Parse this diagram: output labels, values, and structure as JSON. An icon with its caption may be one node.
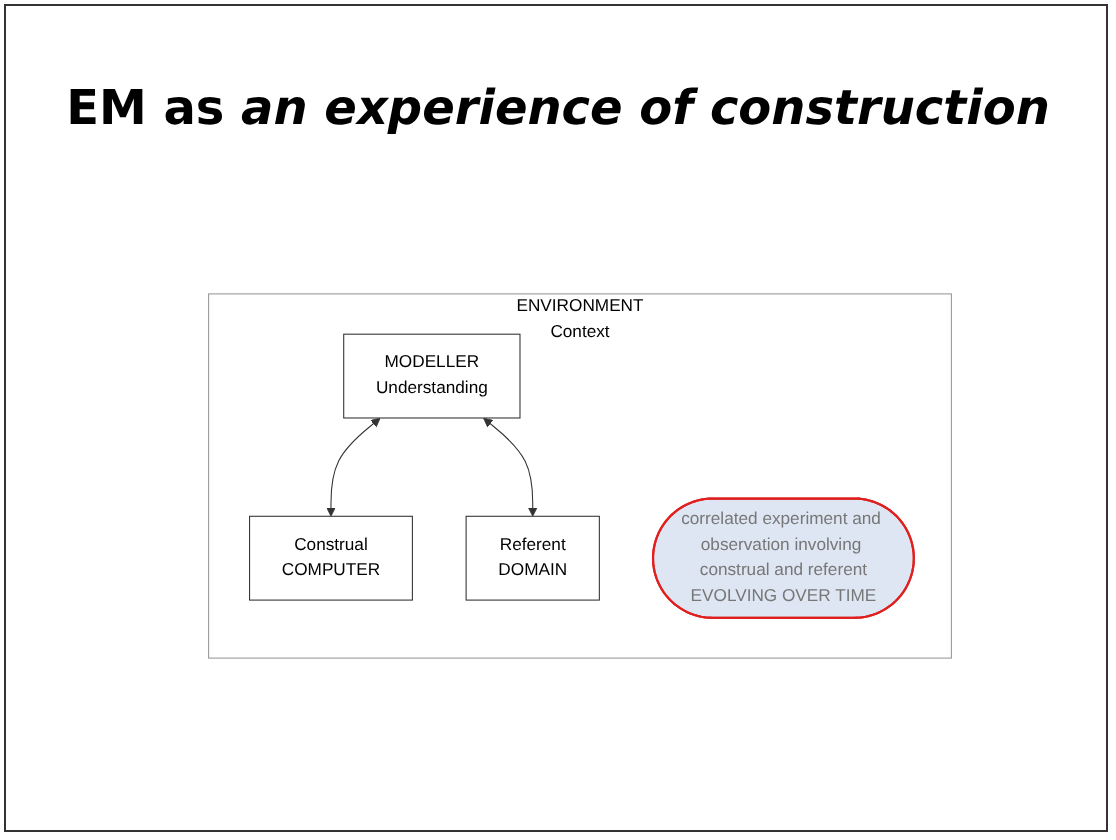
{
  "diagram": {
    "title": "EM as *an experience of construction*",
    "nodes": [
      {
        "text": [
          "ENVIRONMENT",
          "Context"
        ]
      },
      {
        "text": [
          "MODELLER",
          "Understanding"
        ],
        "in": 0
      },
      {
        "text": [
          "correlated experiment and observation involving construal and referent",
          "EVOLVING OVER TIME"
        ],
        "in": 0
      },
      {
        "text": [
          "Construal",
          "COMPUTER"
        ],
        "in": 0
      },
      {
        "text": [
          "Referent",
          "DOMAIN"
        ],
        "in": 0
      }
    ],
    "edges": [
      {
        "from": 1,
        "to": 3,
        "arrow": "both"
      },
      {
        "from": 1,
        "to": 4,
        "arrow": "both"
      }
    ]
  }
}
